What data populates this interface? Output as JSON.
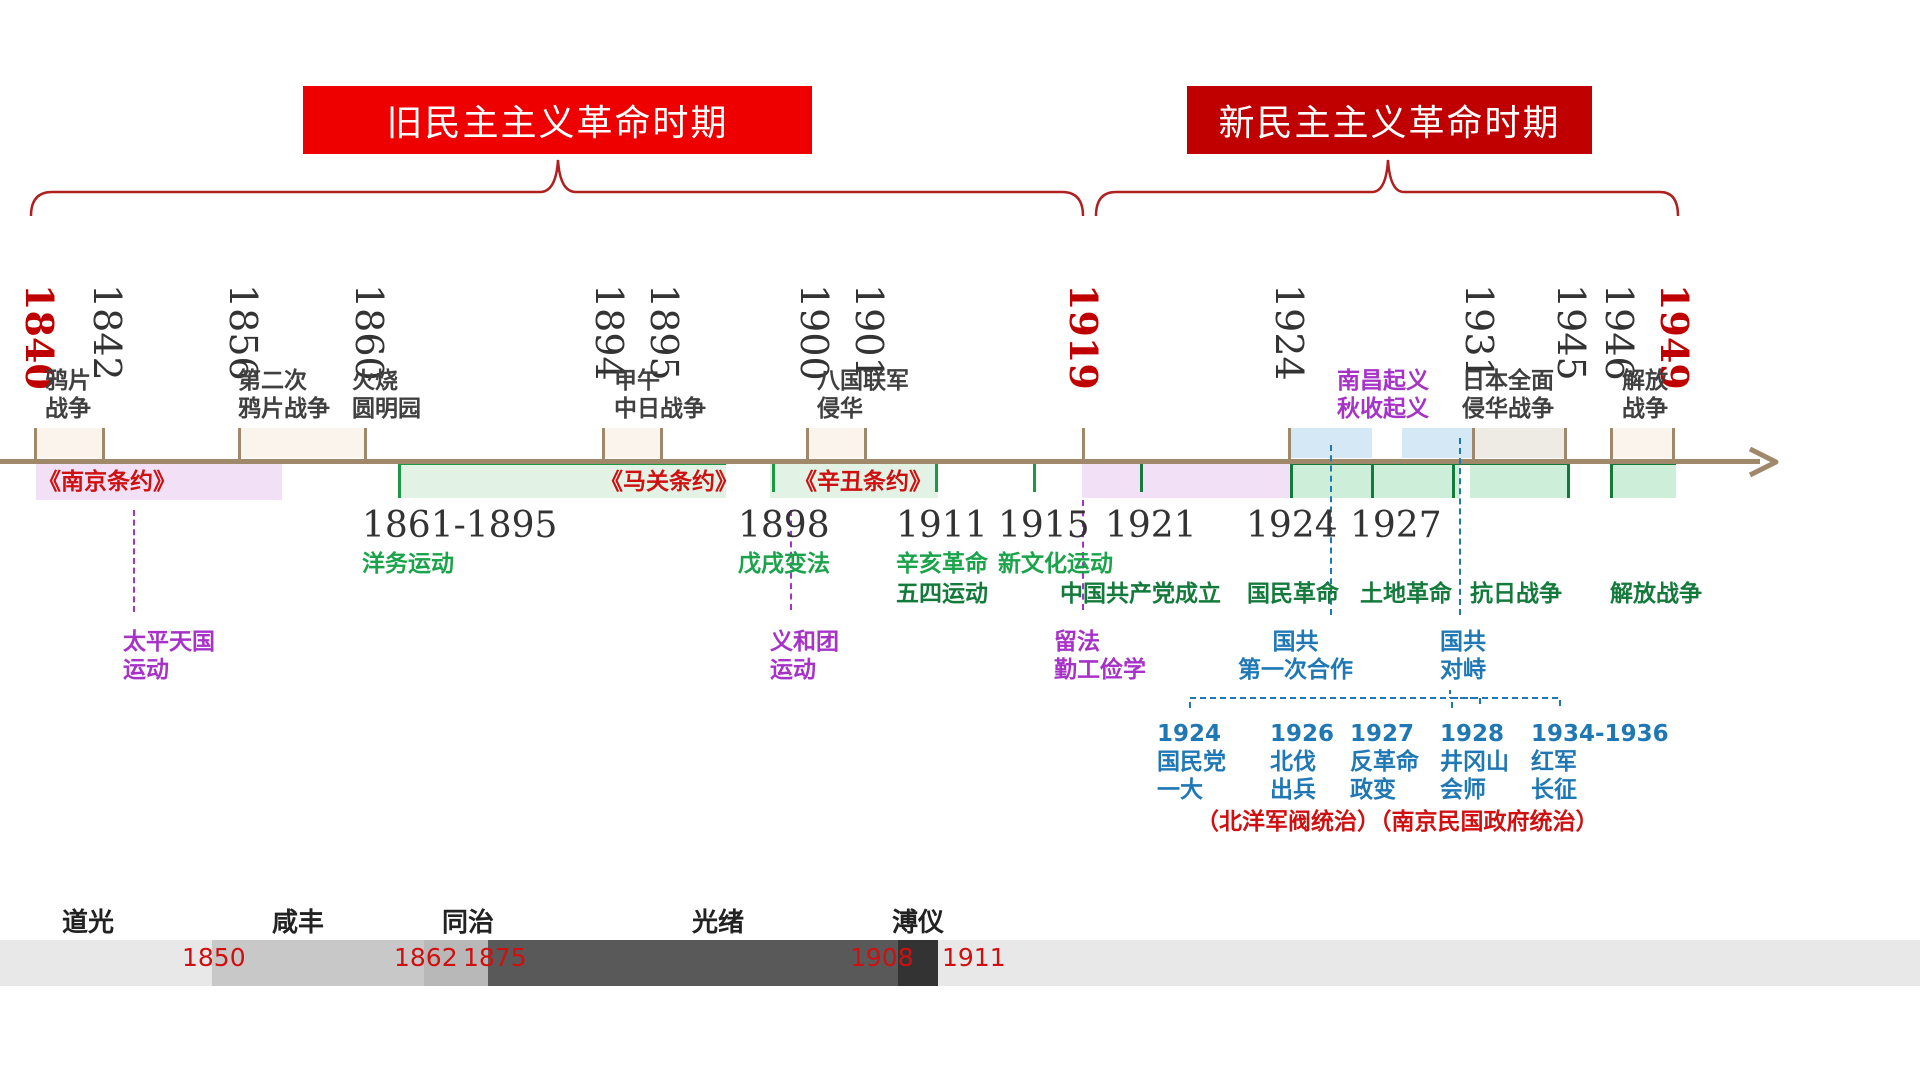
{
  "banners": {
    "old": {
      "label": "旧民主主义革命时期",
      "color": "#ee0000"
    },
    "new": {
      "label": "新民主主义革命时期",
      "color": "#c00000"
    }
  },
  "top_years": [
    "1840",
    "1842",
    "1856",
    "1860",
    "1894",
    "1895",
    "1900",
    "1901",
    "1919",
    "1924",
    "1931",
    "1945",
    "1946",
    "1949"
  ],
  "events_above": {
    "opium": "鸦片\n战争",
    "second_opium": "第二次\n鸦片战争",
    "burn": "火烧\n圆明园",
    "sino_jap": "甲午\n中日战争",
    "eight_nations": "八国联军\n侵华",
    "nanchang": "南昌起义\n秋收起义",
    "japan_war": "日本全面\n侵华战争",
    "liberation": "解放\n战争"
  },
  "treaties": {
    "nanjing": "《南京条约》",
    "maguan": "《马关条约》",
    "xinchou": "《辛丑条约》"
  },
  "below_years": {
    "yangwu": "1861-1895",
    "wuxu": "1898",
    "xinhai": "1911",
    "xinwenhua": "1915",
    "cpc": "1921",
    "guomin": "1924",
    "tudi": "1927"
  },
  "below_events": {
    "yangwu": "洋务运动",
    "wuxu": "戊戌变法",
    "xinhai": "辛亥革命",
    "xinwenhua": "新文化运动",
    "wusi": "五四运动",
    "cpc": "中国共产党成立",
    "guomin": "国民革命",
    "tudi": "土地革命",
    "kangri": "抗日战争",
    "jiefang": "解放战争"
  },
  "side_events": {
    "taiping": "太平天国\n运动",
    "yihetuan": "义和团\n运动",
    "liufa": "留法\n勤工俭学",
    "coop1": "国共\n第一次合作",
    "duizhi": "国共\n对峙"
  },
  "sub_events": {
    "e1924": "1924\n国民党\n一大",
    "e1926": "1926\n北伐\n出兵",
    "e1927": "1927\n反革命\n政变",
    "e1928": "1928\n井冈山\n会师",
    "e1934": "1934-1936\n红军\n长征"
  },
  "rule_note": "（北洋军阀统治）（南京民国政府统治）",
  "reigns": {
    "names": [
      "道光",
      "咸丰",
      "同治",
      "光绪",
      "溥仪"
    ],
    "years": [
      "1850",
      "1862",
      "1875",
      "1908",
      "1911"
    ]
  },
  "colors": {
    "axis": "#a0896a",
    "green": "#1aa34a",
    "purple": "#a632c8",
    "blue": "#1f78b4",
    "red": "#d01010"
  }
}
